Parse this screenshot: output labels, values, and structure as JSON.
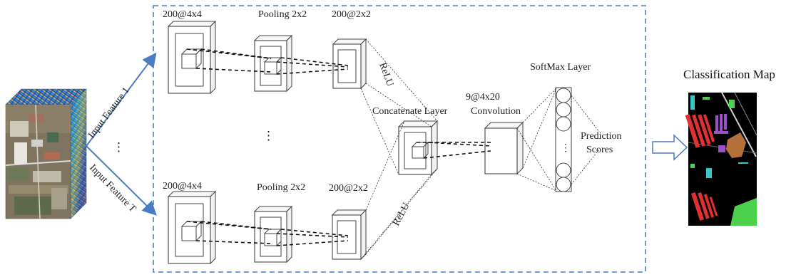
{
  "labels": {
    "block1_input": "200@4x4",
    "block1_pool": "Pooling  2x2",
    "block1_out": "200@2x2",
    "block2_input": "200@4x4",
    "block2_pool": "Pooling  2x2",
    "block2_out": "200@2x2",
    "relu_top": "ReLU",
    "relu_bottom": "ReLU",
    "concat": "Concatenate Layer",
    "conv_dims": "9@4x20",
    "conv": "Convolution",
    "softmax": "SoftMax Layer",
    "prediction_line1": "Prediction",
    "prediction_line2": "Scores",
    "input_feature_top": "Input Feature 1",
    "input_feature_bottom": "Input Feature T",
    "classification_map": "Classification Map",
    "vertical_ellipsis": "⋮",
    "ellipsis_left": "⋮",
    "ellipsis_softmax": "⋮"
  },
  "colors": {
    "frame_dash": "#4a7cc4",
    "arrow": "#4a7cc4",
    "map_background": "#000000",
    "map_green": "#4cd14c",
    "map_red": "#e03030",
    "map_brown": "#b5713a",
    "map_purple": "#9b4fc9",
    "map_cyan": "#39c7c7"
  },
  "icons": {
    "input_cube": "hyperspectral-cube-image",
    "classification_map": "classification-map-image",
    "hollow_arrow": "hollow-right-arrow-icon"
  }
}
